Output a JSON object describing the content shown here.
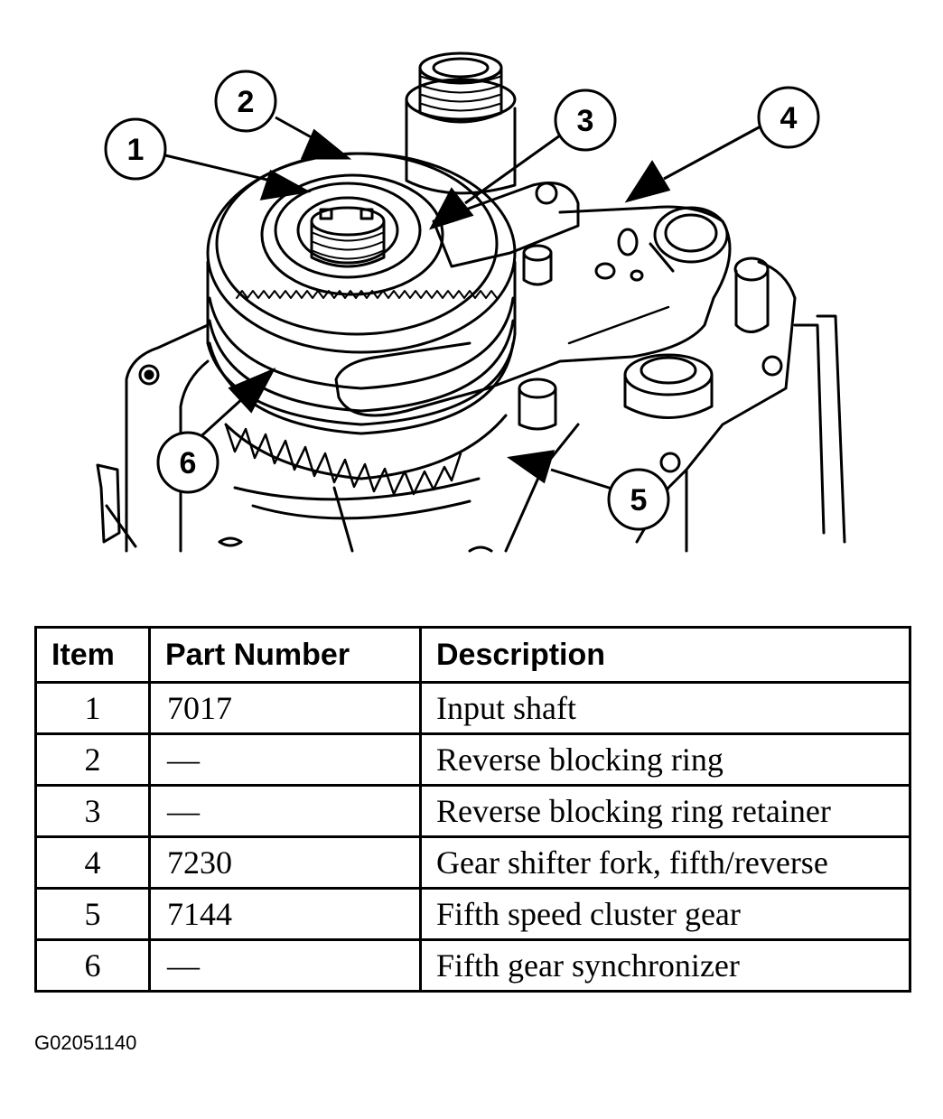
{
  "callouts": [
    "1",
    "2",
    "3",
    "4",
    "5",
    "6"
  ],
  "table": {
    "headers": [
      "Item",
      "Part Number",
      "Description"
    ],
    "rows": [
      {
        "item": "1",
        "part": "7017",
        "desc": "Input shaft"
      },
      {
        "item": "2",
        "part": "—",
        "desc": "Reverse blocking ring"
      },
      {
        "item": "3",
        "part": "—",
        "desc": "Reverse blocking ring retainer"
      },
      {
        "item": "4",
        "part": "7230",
        "desc": "Gear shifter fork, fifth/reverse"
      },
      {
        "item": "5",
        "part": "7144",
        "desc": "Fifth speed cluster gear"
      },
      {
        "item": "6",
        "part": "—",
        "desc": "Fifth gear synchronizer"
      }
    ]
  },
  "figure_code": "G02051140"
}
